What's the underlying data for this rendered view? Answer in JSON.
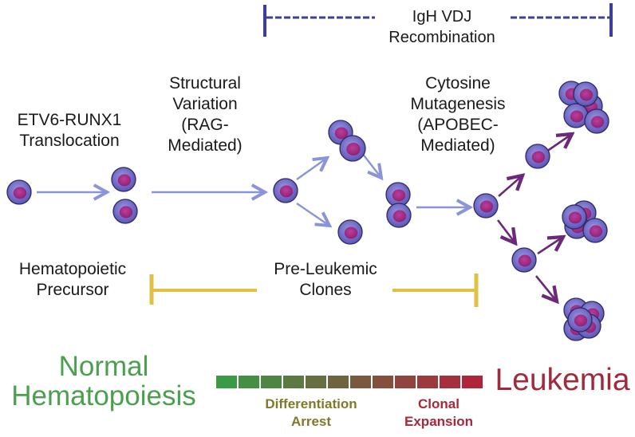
{
  "labels": {
    "igh": "IgH VDJ\nRecombination",
    "etv6": "ETV6-RUNX1\nTranslocation",
    "structural": "Structural\nVariation\n(RAG-\nMediated)",
    "cytosine": "Cytosine\nMutagenesis\n(APOBEC-\nMediated)",
    "hematopoietic": "Hematopoietic\nPrecursor",
    "preleukemic": "Pre-Leukemic\nClones"
  },
  "bottom": {
    "normal": "Normal\nHematopoiesis",
    "leukemia": "Leukemia",
    "differentiation": "Differentiation\nArrest",
    "clonal": "Clonal\nExpansion"
  },
  "gradient": {
    "segments": 12,
    "start_color": "#3a9a45",
    "end_color": "#b0243a"
  },
  "colors": {
    "normal_text": "#4aa04e",
    "leukemia_text": "#9e2a3c",
    "differentiation_text": "#7f7a2a",
    "clonal_text": "#a8283a",
    "blue_arrow": "#8a94d8",
    "purple_arrow": "#6a2a78",
    "bracket_gold": "#e0c045",
    "bracket_navy": "#3c3f9a",
    "cell_outer": "#6f68c4",
    "cell_nucleus": "#a8308a"
  }
}
